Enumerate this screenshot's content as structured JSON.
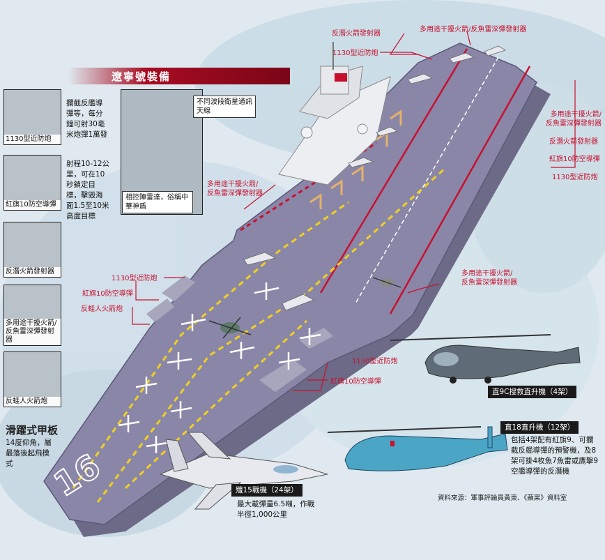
{
  "title": "遼寧號裝備",
  "side_items": [
    {
      "caption": "1130型近防炮",
      "desc": "攔截反艦導彈等，每分鐘可射30毫米炮彈1萬發"
    },
    {
      "caption": "紅旗10防空導彈",
      "desc": "射程10-12公里，可在10秒鎖定目標，擊毀海面1.5至10米高度目標"
    },
    {
      "caption": "反潛火箭發射器",
      "desc": ""
    },
    {
      "caption": "多用途干擾火箭/反魚雷深彈發射器",
      "desc": ""
    },
    {
      "caption": "反蛙人火箭炮",
      "desc": ""
    }
  ],
  "inset_photo": {
    "label_satcom": "不同波段衛星通訊天線",
    "label_radar": "相控陣雷達，俗稱中華神盾"
  },
  "deck_labels": {
    "top_antisub": "反潛火箭發射器",
    "top_multi": "多用途干擾火箭/反魚雷深彈發射器",
    "top_ciws": "1130型近防炮",
    "right_multi": "多用途干擾火箭/反魚雷深彈發射器",
    "right_antisub": "反潛火箭發射器",
    "right_hq10": "紅旗10防空導彈",
    "right_ciws": "1130型近防炮",
    "mid_multi": "多用途干擾火箭/反魚雷深彈發射器",
    "left_ciws": "1130型近防炮",
    "left_hq10": "紅旗10防空導彈",
    "left_frog": "反蛙人火箭炮",
    "low_multi": "多用途干擾火箭/反魚雷深彈發射器",
    "bottom_ciws": "1130型近防炮",
    "bottom_hq10": "紅旗10防空導彈"
  },
  "ski_jump": {
    "title": "滑躍式甲板",
    "desc": "14度仰角，屬最落後起飛模式"
  },
  "z9": {
    "title": "直9C搜救直升機（4架）"
  },
  "z18": {
    "title": "直18直升機（12架）",
    "desc": "包括4架配有紅旗9、可攔截反艦導彈的預警機，及8架可掛4枚魚7魚雷或鷹擊9空艦導彈的反潛機"
  },
  "j15": {
    "title": "殲15戰機（24架）",
    "desc": "最大載彈量6.5噸，作戰半徑1,000公里"
  },
  "hull_number": "16",
  "source": "資料來源：軍事評論員黃東、《蘋果》資料室",
  "colors": {
    "accent_red": "#c8102e",
    "deck": "#8a86a8",
    "sea": "#dfe9ef"
  }
}
